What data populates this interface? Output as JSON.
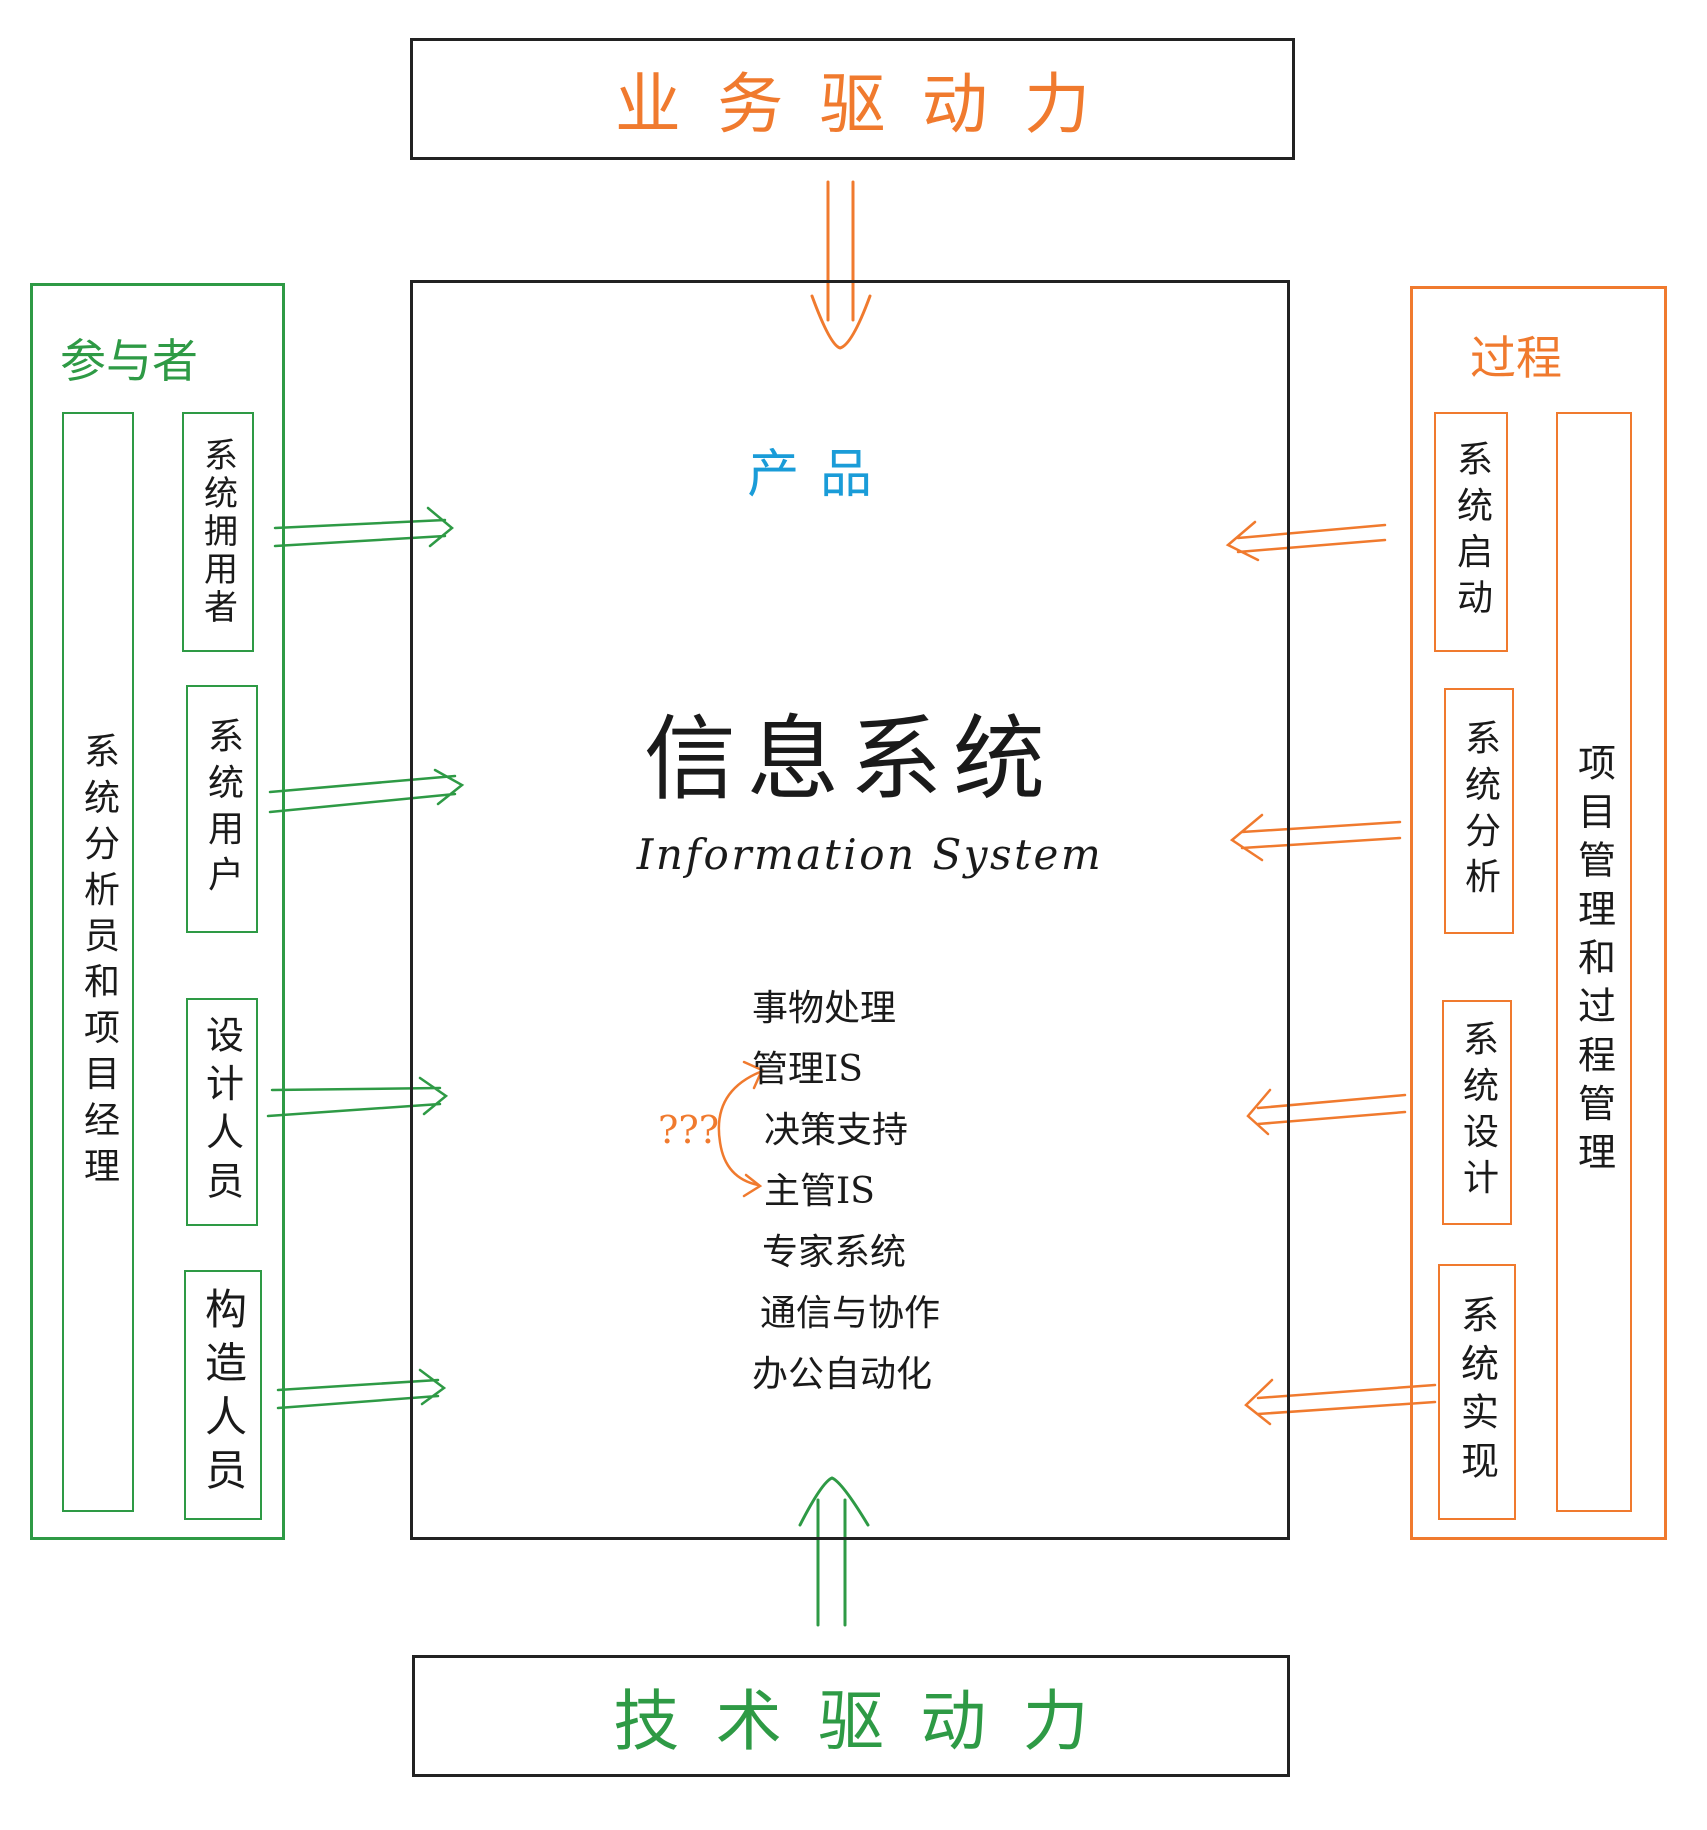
{
  "business_driver": {
    "label": "业务驱动力"
  },
  "tech_driver": {
    "label": "技术驱动力"
  },
  "participants": {
    "title": "参与者",
    "outer_role": "系统分析员和项目经理",
    "roles": [
      "系统拥用者",
      "系统用户",
      "设计人员",
      "构造人员"
    ]
  },
  "process": {
    "title": "过程",
    "outer_role": "项目管理和过程管理",
    "phases": [
      "系统启动",
      "系统分析",
      "系统设计",
      "系统实现"
    ]
  },
  "product": {
    "label": "产品",
    "title_cn": "信息系统",
    "title_en": "Information System",
    "question": "???",
    "types": [
      "事物处理",
      "管理IS",
      "决策支持",
      "主管IS",
      "专家系统",
      "通信与协作",
      "办公自动化"
    ]
  },
  "colors": {
    "ink": "#222222",
    "green": "#2e9a45",
    "orange": "#f07a2e",
    "blue": "#1a9cd8"
  }
}
